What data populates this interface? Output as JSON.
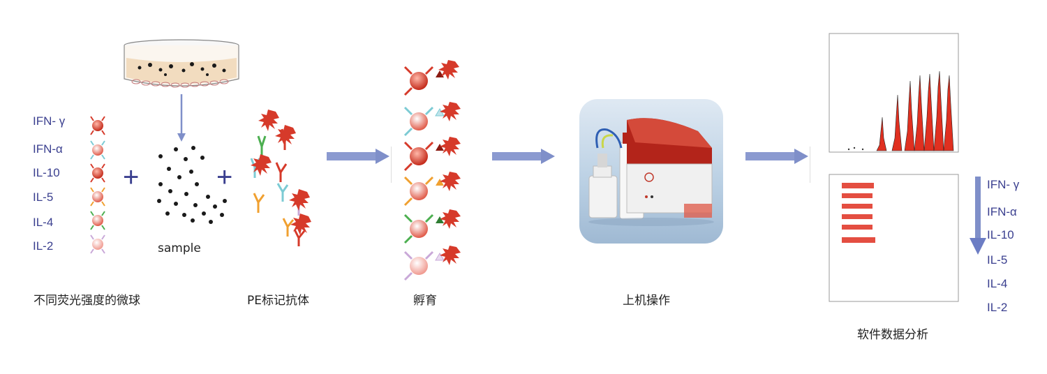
{
  "cytokines_left": [
    "IFN- γ",
    "IFN-α",
    "IL-10",
    "IL-5",
    "IL-4",
    "IL-2"
  ],
  "cytokines_right": [
    "IFN- γ",
    "IFN-α",
    "IL-10",
    "IL-5",
    "IL-4",
    "IL-2"
  ],
  "sample_label": "sample",
  "plus": "+",
  "steps": {
    "beads": "不同荧光强度的微球",
    "antibody": "PE标记抗体",
    "incubate": "孵育",
    "run": "上机操作",
    "analysis": "软件数据分析"
  },
  "colors": {
    "label_blue": "#3a3f8f",
    "arrow_blue": "#7f8fc9",
    "bead_red": "#d63a2a",
    "instrument_red": "#b3241a"
  }
}
